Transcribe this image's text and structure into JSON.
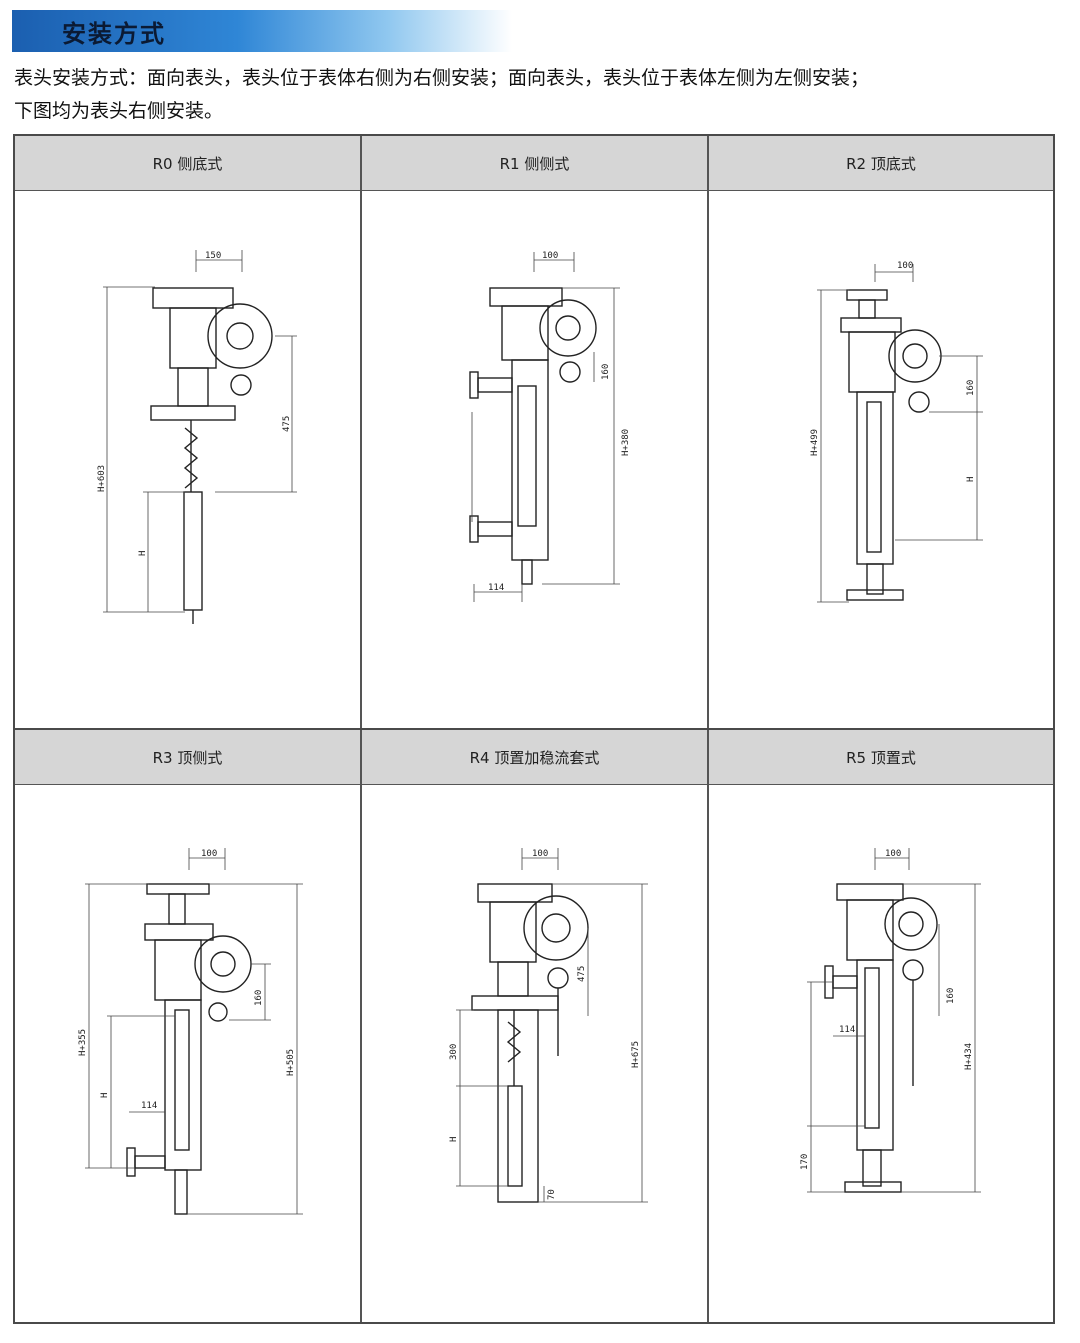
{
  "section_title": "安装方式",
  "intro_line_1": "表头安装方式：面向表头，表头位于表体右侧为右侧安装；面向表头，表头位于表体左侧为左侧安装；",
  "intro_line_2": "下图均为表头右侧安装。",
  "cells": [
    {
      "title": "R0 侧底式",
      "dims": {
        "a": "150",
        "b": "H+603",
        "c": "475",
        "d": "H"
      }
    },
    {
      "title": "R1 侧侧式",
      "dims": {
        "a": "100",
        "b": "160",
        "c": "H+380",
        "d": "114"
      }
    },
    {
      "title": "R2 顶底式",
      "dims": {
        "a": "100",
        "b": "H+499",
        "c": "160",
        "d": "H"
      }
    },
    {
      "title": "R3 顶侧式",
      "dims": {
        "a": "100",
        "b": "H+355",
        "c": "160",
        "d": "H+505",
        "e": "H",
        "f": "114"
      }
    },
    {
      "title": "R4 顶置加稳流套式",
      "dims": {
        "a": "100",
        "b": "475",
        "c": "300",
        "d": "H+675",
        "e": "H",
        "f": "70"
      }
    },
    {
      "title": "R5 顶置式",
      "dims": {
        "a": "100",
        "b": "160",
        "c": "H+434",
        "d": "114",
        "e": "170"
      }
    }
  ]
}
